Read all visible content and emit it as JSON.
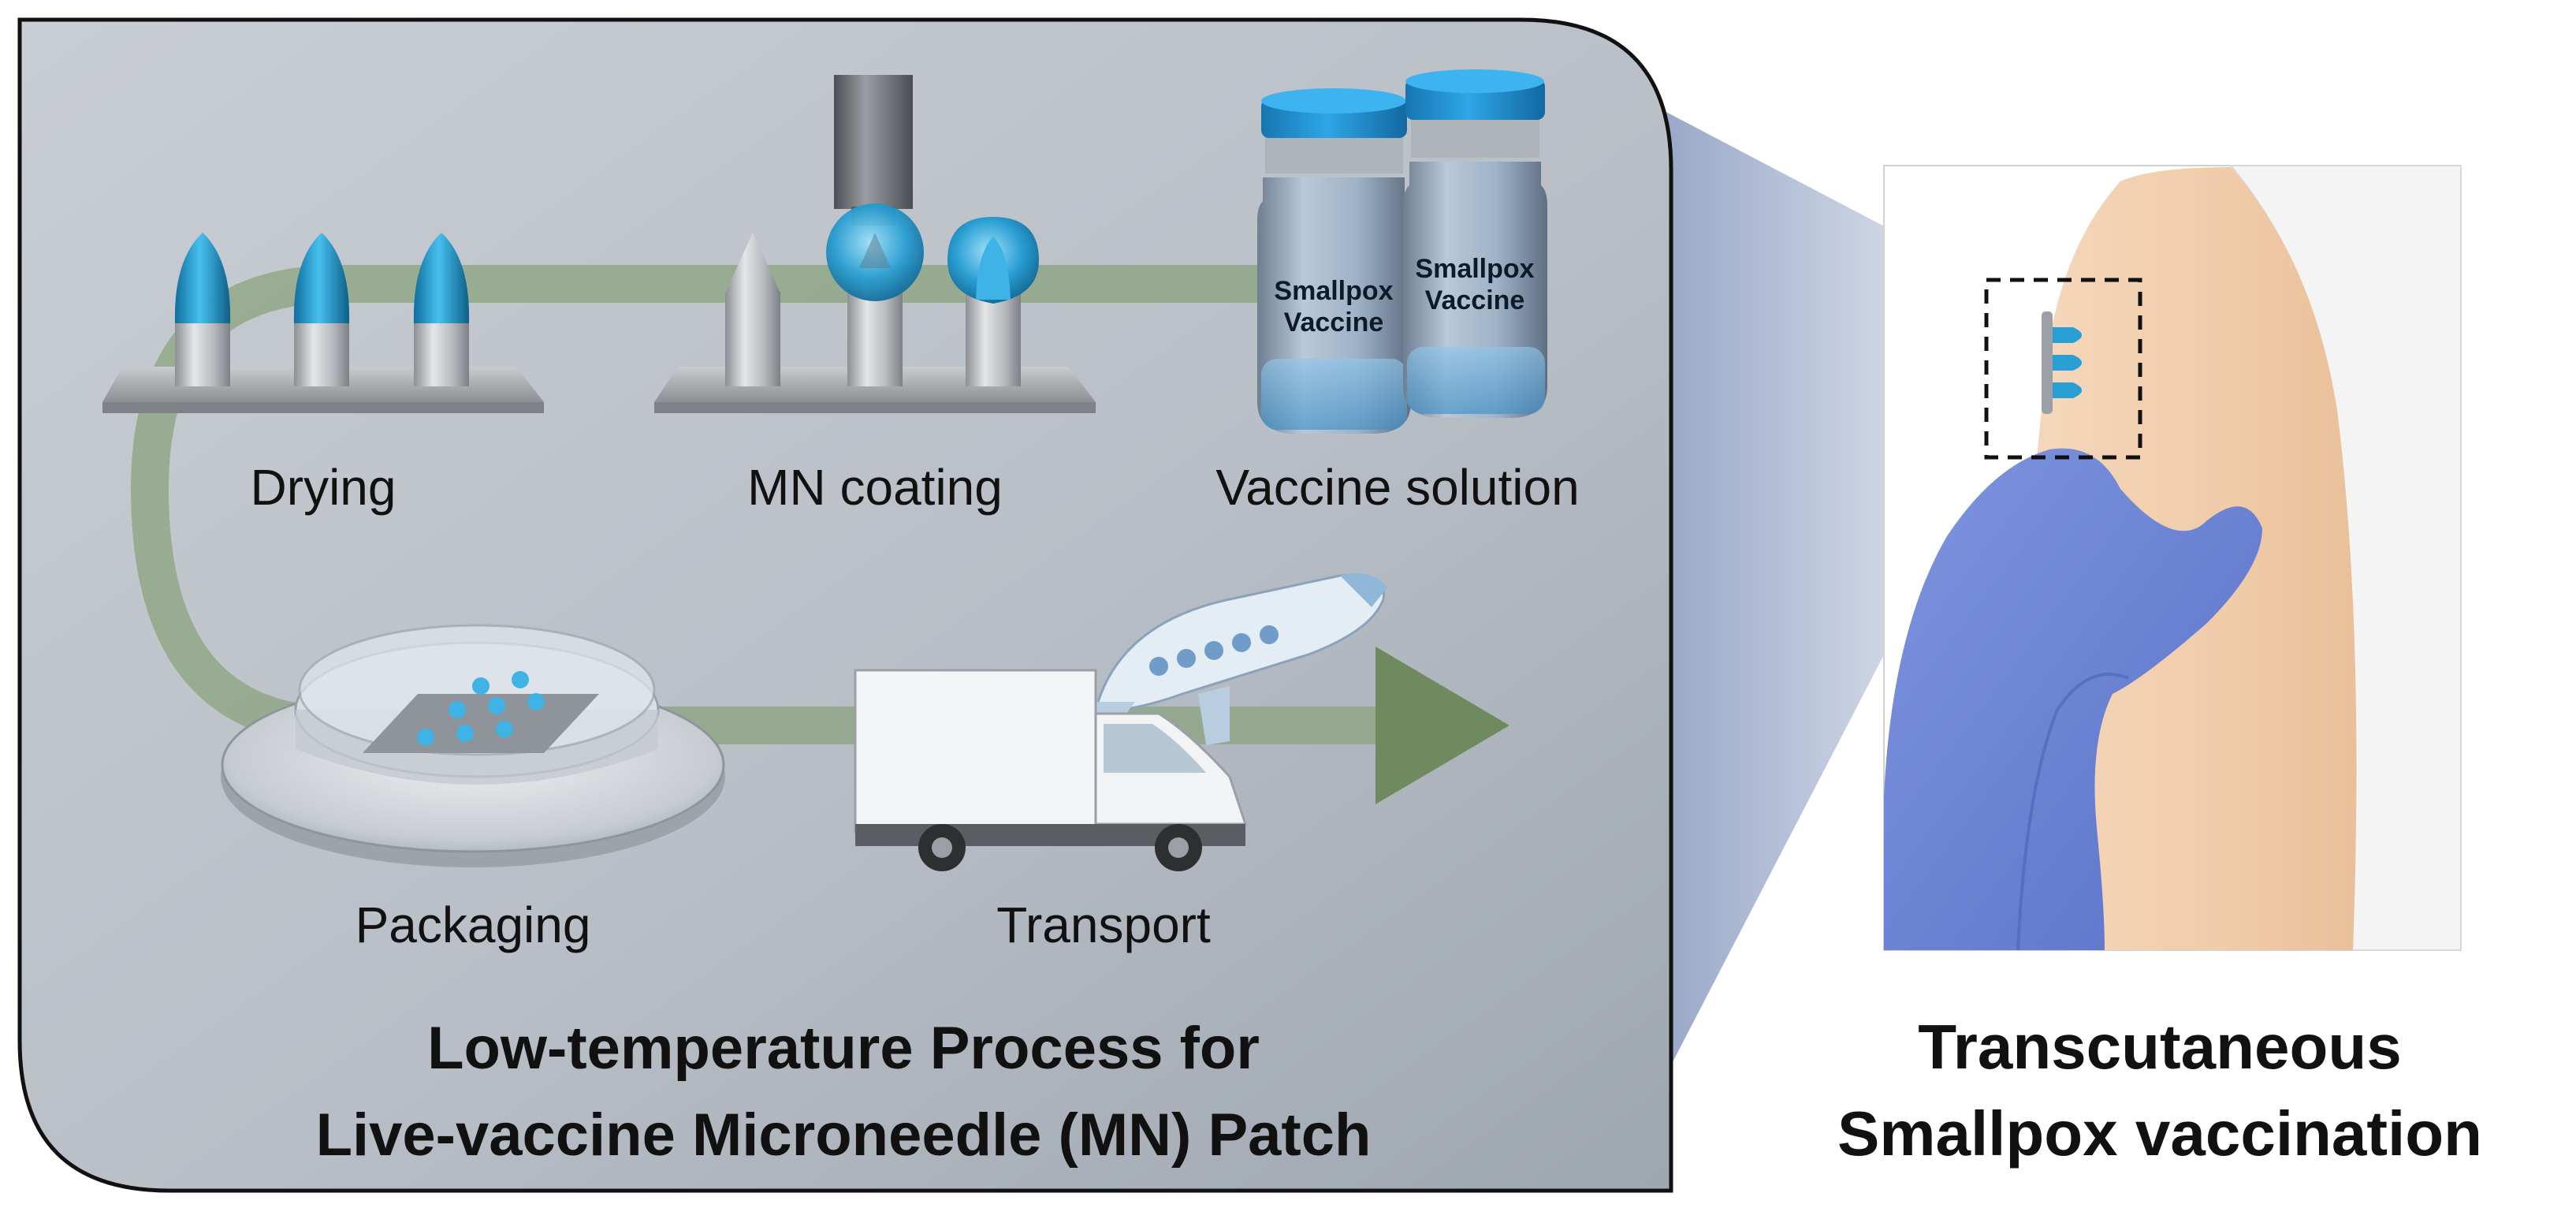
{
  "panel": {
    "title_line1": "Low-temperature Process for",
    "title_line2": "Live-vaccine Microneedle (MN) Patch"
  },
  "steps": {
    "drying": "Drying",
    "mn_coating": "MN coating",
    "vaccine_solution": "Vaccine solution",
    "packaging": "Packaging",
    "transport": "Transport"
  },
  "vial": {
    "line1": "Smallpox",
    "line2": "Vaccine"
  },
  "vaccination": {
    "line1": "Transcutaneous",
    "line2": "Smallpox vaccination"
  },
  "colors": {
    "panel_bg": "#b5bcc4",
    "flow_arrow": "#6e8a5e",
    "coating_blue": "#2a9fd3",
    "vial_cap": "#1e8fd0",
    "skin": "#f1cfae",
    "glove": "#6b83d6"
  }
}
